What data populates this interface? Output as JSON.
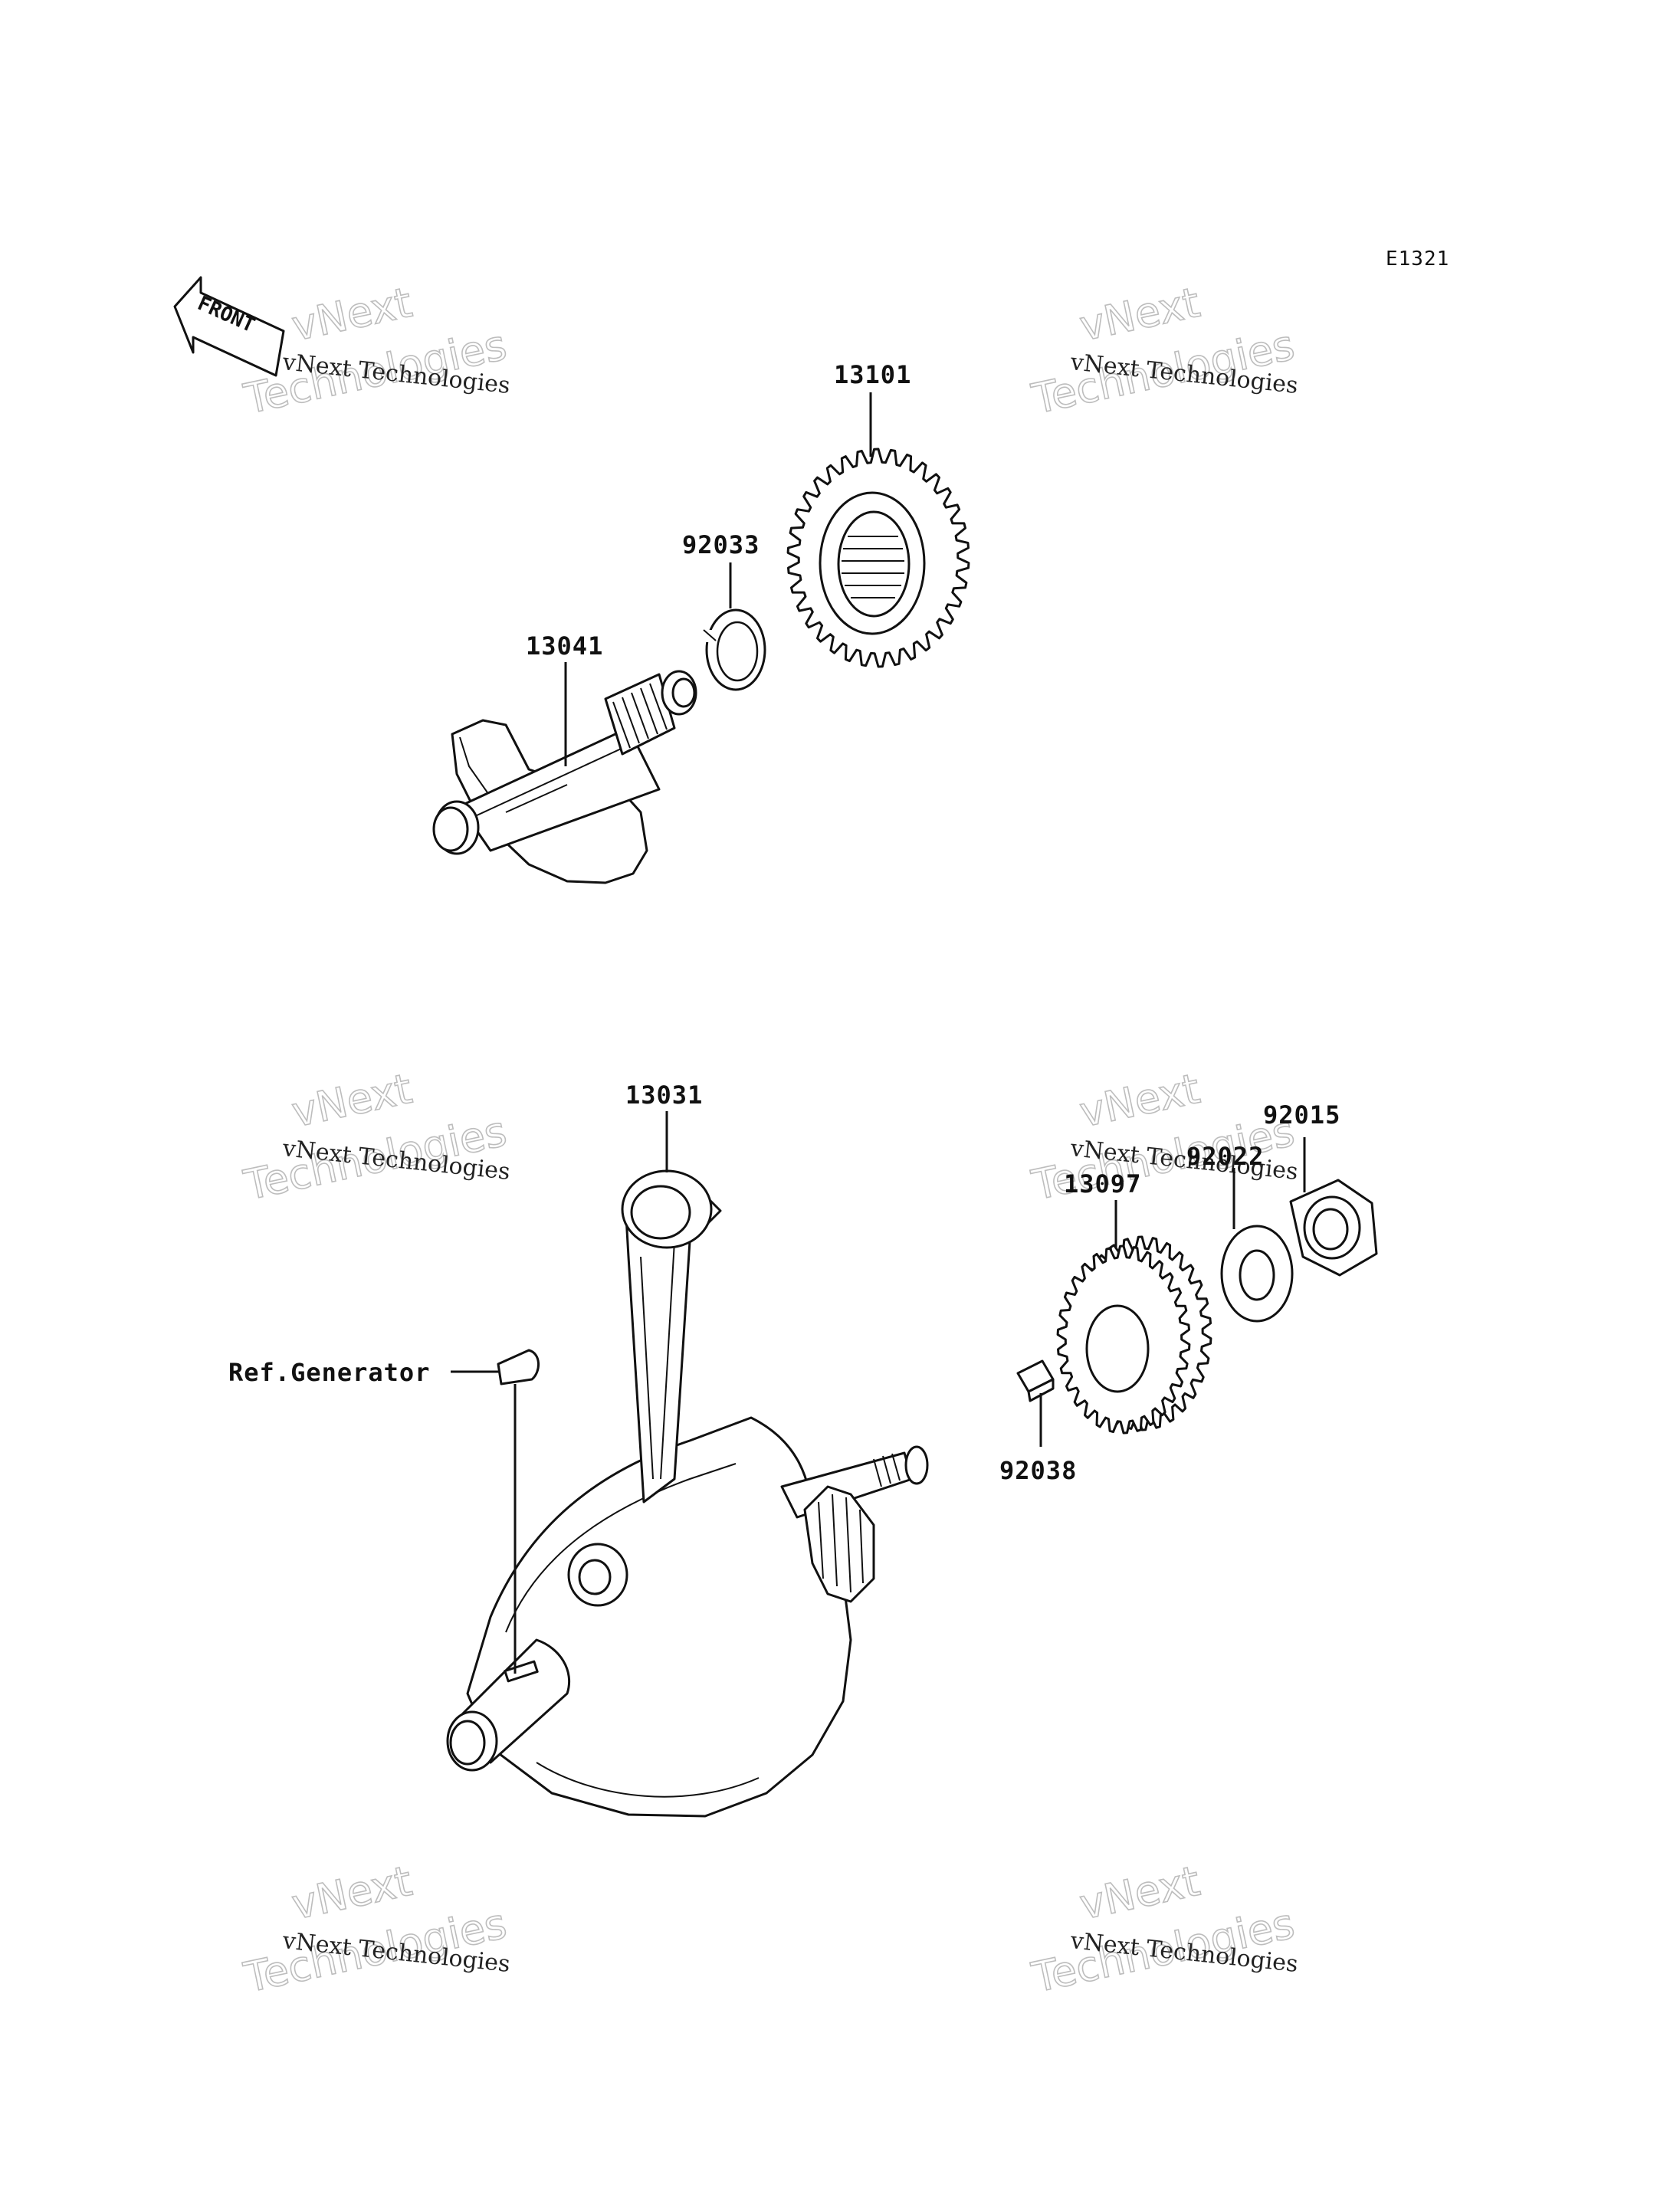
{
  "diagram_code": "E1321",
  "front_label": "FRONT",
  "watermark": {
    "line1": "vNext Technologies",
    "line2": "vNext",
    "line3": "Technologies"
  },
  "callouts": {
    "p13101": "13101",
    "p92033": "92033",
    "p13041": "13041",
    "p13031": "13031",
    "p92015": "92015",
    "p92022": "92022",
    "p13097": "13097",
    "p92038": "92038",
    "ref_generator": "Ref.Generator"
  }
}
